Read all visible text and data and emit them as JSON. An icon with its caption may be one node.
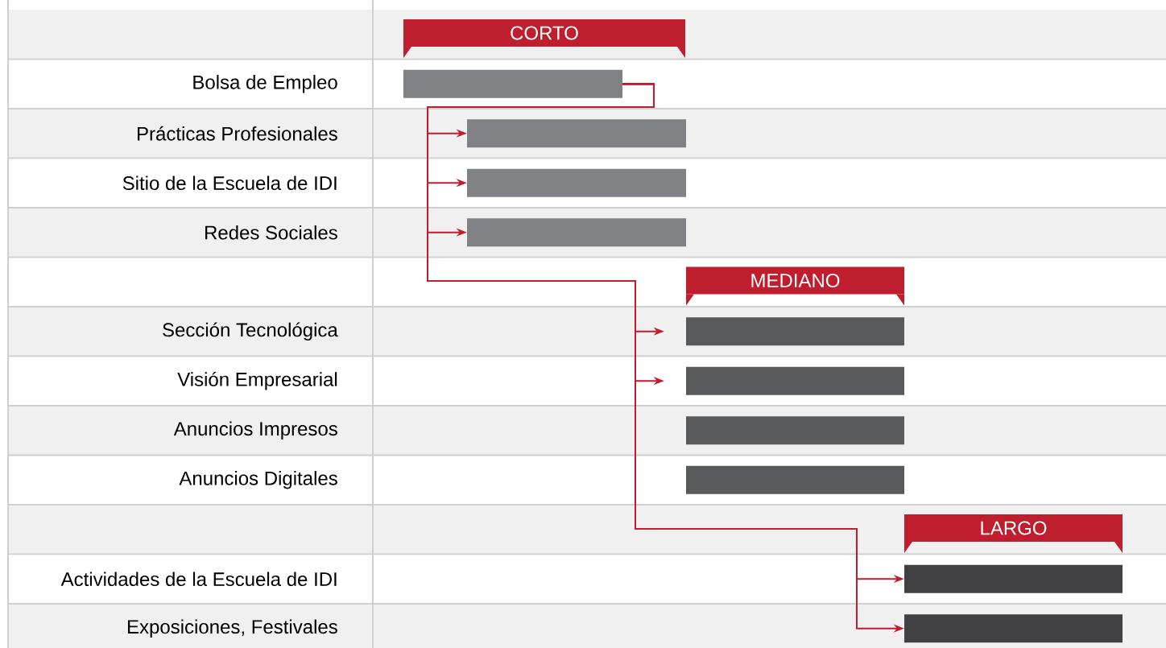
{
  "diagram": {
    "nodes": [
      {
        "text": [
          "CORTO"
        ]
      },
      {
        "text": [],
        "shape": "bar"
      },
      {
        "text": [],
        "shape": "bar"
      },
      {
        "text": [],
        "shape": "bar"
      },
      {
        "text": [],
        "shape": "bar"
      },
      {
        "text": [
          "MEDIANO"
        ]
      },
      {
        "text": [],
        "shape": "bar"
      },
      {
        "text": [],
        "shape": "bar"
      },
      {
        "text": [],
        "shape": "bar"
      },
      {
        "text": [],
        "shape": "bar"
      },
      {
        "text": [
          "LARGO"
        ]
      },
      {
        "text": [],
        "shape": "bar"
      },
      {
        "text": [],
        "shape": "bar"
      }
    ],
    "edges": [
      {
        "from": 1,
        "to": 2,
        "arrow": "to"
      },
      {
        "from": 1,
        "to": 3,
        "arrow": "to"
      },
      {
        "from": 1,
        "to": 4,
        "arrow": "to"
      },
      {
        "from": 1,
        "to": 6,
        "arrow": "to"
      },
      {
        "from": 1,
        "to": 7,
        "arrow": "to"
      },
      {
        "from": 1,
        "to": 11,
        "arrow": "to"
      },
      {
        "from": 1,
        "to": 12,
        "arrow": "to"
      }
    ],
    "labels": [
      "Bolsa de Empleo",
      "Prácticas Profesionales",
      "Sitio de la Escuela de IDI",
      "Redes Sociales",
      "Sección Tecnológica",
      "Visión Empresarial",
      "Anuncios Impresos",
      "Anuncios Digitales",
      "Actividades de la Escuela de IDI",
      "Exposiciones, Festivales"
    ]
  }
}
